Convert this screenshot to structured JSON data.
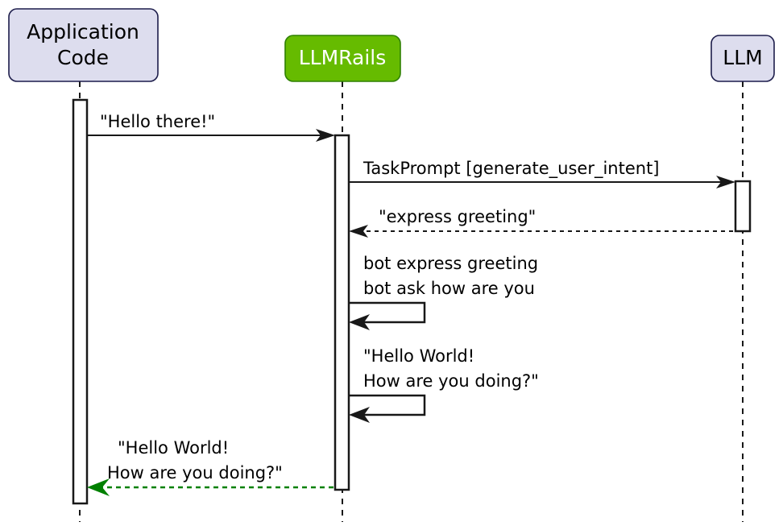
{
  "diagram": {
    "type": "sequence-diagram",
    "background_color": "#FFFFFF",
    "participants": [
      {
        "id": "application-code",
        "label_line1": "Application",
        "label_line2": "Code",
        "fill_color": "#DDDDEE",
        "border_color": "#1D1D4B",
        "text_color": "#000000"
      },
      {
        "id": "llmrails",
        "label_line1": "LLMRails",
        "label_line2": "",
        "fill_color": "#66BB00",
        "border_color": "#2E8000",
        "text_color": "#FFFFFF"
      },
      {
        "id": "llm",
        "label_line1": "LLM",
        "label_line2": "",
        "fill_color": "#DDDDEE",
        "border_color": "#1D1D4B",
        "text_color": "#000000"
      }
    ],
    "messages": [
      {
        "id": "hello-there",
        "from": "application-code",
        "to": "llmrails",
        "label_line1": "\"Hello there!\"",
        "label_line2": "",
        "style": "solid",
        "color": "#000000",
        "direction": "right"
      },
      {
        "id": "task-prompt",
        "from": "llmrails",
        "to": "llm",
        "label_line1": "TaskPrompt [generate_user_intent]",
        "label_line2": "",
        "style": "solid",
        "color": "#000000",
        "direction": "right"
      },
      {
        "id": "express-greeting",
        "from": "llm",
        "to": "llmrails",
        "label_line1": "\"express greeting\"",
        "label_line2": "",
        "style": "dotted",
        "color": "#000000",
        "direction": "left"
      },
      {
        "id": "bot-intents-self",
        "from": "llmrails",
        "to": "llmrails",
        "label_line1": "bot express greeting",
        "label_line2": "bot ask how are you",
        "style": "solid",
        "color": "#000000",
        "direction": "self"
      },
      {
        "id": "bot-utterance-self",
        "from": "llmrails",
        "to": "llmrails",
        "label_line1": "\"Hello World!",
        "label_line2": "How are you doing?\"",
        "style": "solid",
        "color": "#000000",
        "direction": "self"
      },
      {
        "id": "final-response",
        "from": "llmrails",
        "to": "application-code",
        "label_line1": "\"Hello World!",
        "label_line2": "How are you doing?\"",
        "style": "dotted",
        "color": "#008000",
        "direction": "left"
      }
    ],
    "activations": [
      {
        "id": "activation-application-code",
        "participant": "application-code"
      },
      {
        "id": "activation-llmrails",
        "participant": "llmrails"
      },
      {
        "id": "activation-llm",
        "participant": "llm"
      }
    ]
  }
}
